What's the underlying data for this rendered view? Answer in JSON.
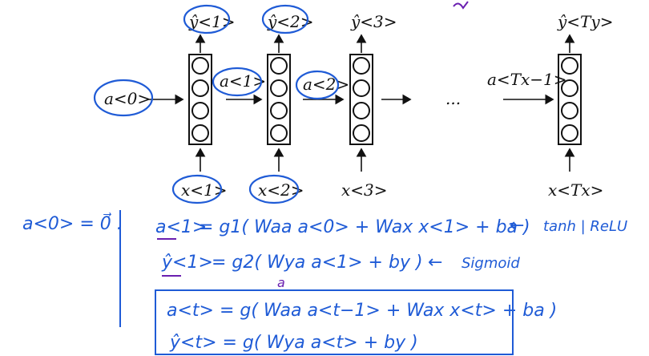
{
  "diagram": {
    "top_outputs": [
      "ŷ<1>",
      "ŷ<2>",
      "ŷ<3>",
      "ŷ<Ty>"
    ],
    "bottom_inputs": [
      "x<1>",
      "x<2>",
      "x<3>",
      "x<Tx>"
    ],
    "activations": {
      "a0": "a<0>",
      "a1": "a<1>",
      "a2": "a<2>",
      "aT": "a<Tx−1>"
    },
    "ellipsis": "..."
  },
  "notes": {
    "init": "a<0> = 0⃗ .",
    "eq1_left": "a<1>",
    "eq1_body": "= g1( Waa a<0> + Wax x<1> + ba )",
    "eq1_arrow": "←",
    "eq1_note": "tanh | ReLU",
    "eq2_left": "ŷ<1>",
    "eq2_body": "= g2( Wya a<1> + by )",
    "eq2_arrow": "←",
    "eq2_note": "Sigmoid",
    "eq2_sub": "a",
    "box_eq1": "a<t> = g( Waa a<t−1> + Wax x<t> + ba )",
    "box_eq2": "ŷ<t> = g( Wya a<t> + by )"
  },
  "colors": {
    "ink": "#111111",
    "blue": "#1f5bd6",
    "purple": "#6a1fb0"
  }
}
